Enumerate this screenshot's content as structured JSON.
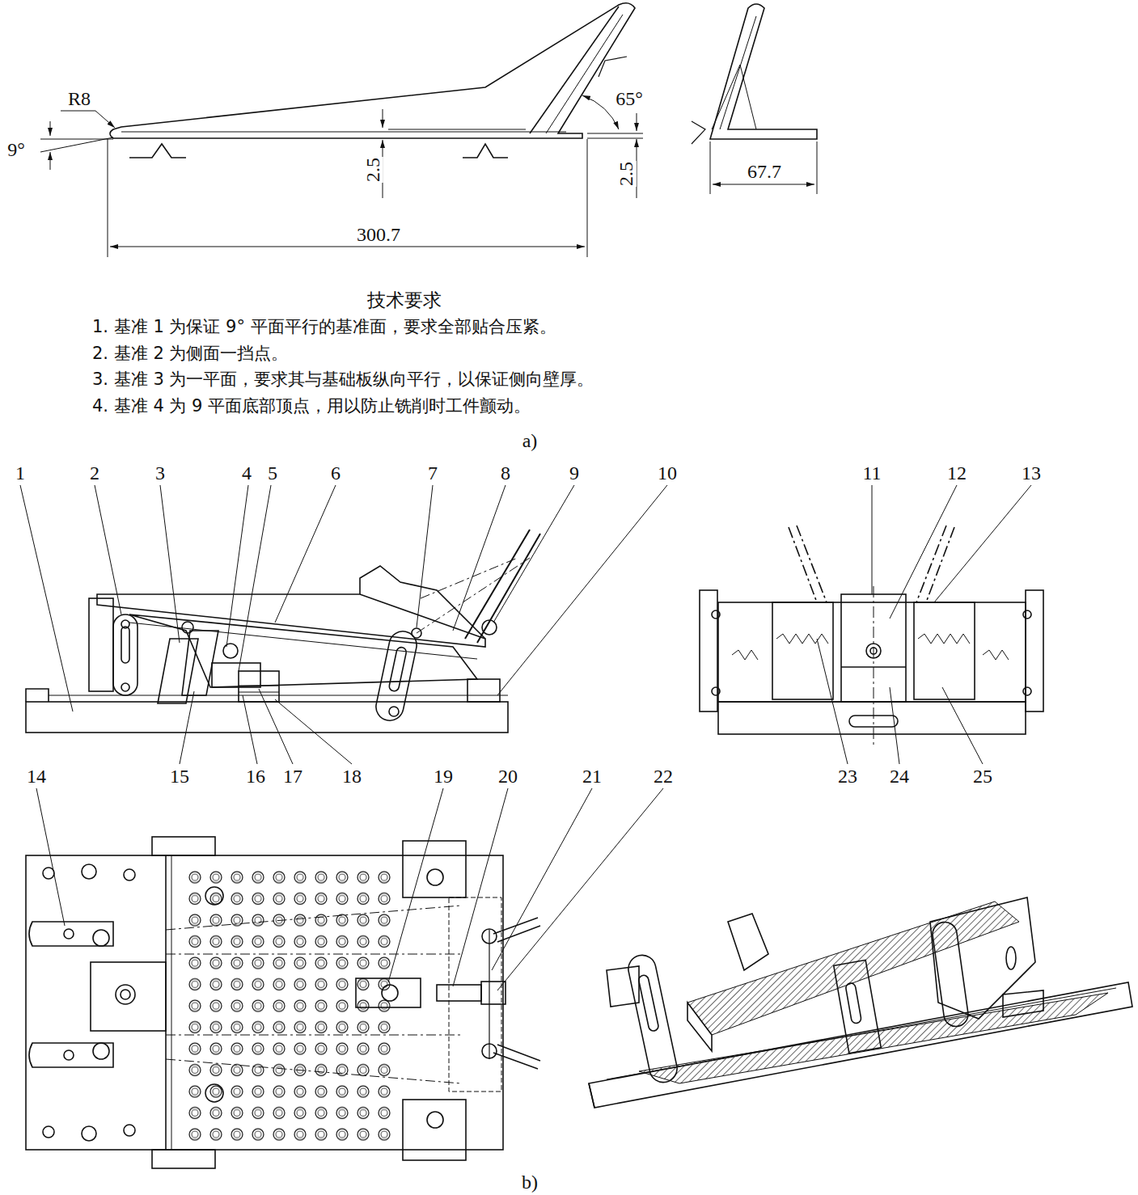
{
  "diagram": {
    "labels": [
      "R8",
      "9°",
      "2.5",
      "2.5",
      "300.7",
      "65°",
      "67.7",
      "技术要求",
      "1. 基准 1 为保证 9° 平面平行的基准面，要求全部贴合压紧。",
      "2. 基准 2 为侧面一挡点。",
      "3. 基准 3 为一平面，要求其与基础板纵向平行，以保证侧向壁厚。",
      "4. 基准 4 为 9 平面底部顶点，用以防止铣削时工件颤动。",
      "a)",
      "1",
      "2",
      "3",
      "4",
      "5",
      "6",
      "7",
      "8",
      "9",
      "10",
      "11",
      "12",
      "13",
      "15",
      "16",
      "17",
      "18",
      "23",
      "24",
      "25",
      "14",
      "19",
      "20",
      "21",
      "22",
      "b)"
    ]
  }
}
